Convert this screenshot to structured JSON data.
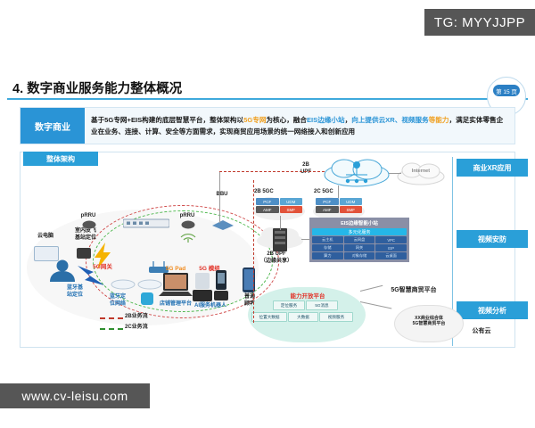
{
  "watermarks": {
    "top": "TG: MYYJJPP",
    "bottom": "www.cv-leisu.com"
  },
  "slide": {
    "title": "4. 数字商业服务能力整体概况",
    "page_badge": "第 15 页"
  },
  "description": {
    "tag": "数字商业",
    "line1_a": "基于5G专网+EIS构建的底层智慧平台，整体架构以",
    "line1_hl1": "5G专网",
    "line1_b": "为核心，融合",
    "line1_bl1": "EIS边缘小站",
    "line1_c": "，",
    "line1_bl2": "向上提供云XR、视频服务",
    "line2_hl": "等能力",
    "line2_b": "，满足实体零售企业在业务、连接、计算、安全等方面需求，实现商贸应用场景的统一网络接入和创新应用"
  },
  "diagram": {
    "arch_tab": "整体架构",
    "rail": [
      {
        "label": "商业XR应用"
      },
      {
        "label": "视频安防"
      },
      {
        "label": "视频分析"
      }
    ],
    "left_zone": {
      "cloud_pc": "云电脑",
      "indoor_pos": "室内皮飞\n基站定位",
      "prru_left": "pRRU",
      "prru_right": "pRRU",
      "bluetooth_base": "蓝牙基\n站定位",
      "gateway_5g": "5G网关",
      "bluetooth_net": "蓝牙定\n位网络",
      "pad_5g": "5G Pad",
      "store_platform": "店铺管理平台",
      "module_5g": "5G 模组",
      "ai_robot": "AI服务机器人",
      "customer": "普通\n顾客"
    },
    "legend": [
      {
        "label": "2B业务流",
        "color": "#c0392b"
      },
      {
        "label": "2C业务流",
        "color": "#2f8f2f"
      }
    ],
    "core_zone": {
      "bbu": "BBU",
      "upf_2b_top": "2B\nUPF",
      "internet": "Internet",
      "gc_2b": "2B 5GC",
      "gc_2c": "2C 5GC",
      "gc_boxes": [
        "PCF",
        "UDM",
        "AMF",
        "SMF"
      ],
      "upf_2b_edge": "2B UPF\n（边缘共享）"
    },
    "eis": {
      "title": "EIS边缘智能小站",
      "bar": "多元化服务",
      "cells": [
        "云主机",
        "云网盘",
        "VPC",
        "存储",
        "网关",
        "EIP",
        "算力",
        "对象存储",
        "云桌面"
      ]
    },
    "capability": {
      "title": "能力开放平台",
      "pills_top": [
        "定位服务",
        "5G消息"
      ],
      "pills_bottom": [
        "位置大数据",
        "大数据",
        "视频服务"
      ]
    },
    "right_zone": {
      "smart_platform": "5G智慧商贸平台",
      "tenant_platform": "XX商业综合体\n5G智慧商贸平台",
      "public_cloud": "公有云"
    }
  },
  "colors": {
    "accent_blue": "#2a9fd8",
    "tag_blue": "#2a94d6",
    "highlight_orange": "#f0a020",
    "flow_2b_red": "#c0392b",
    "flow_2c_green": "#2f8f2f",
    "watermark_gray": "#565656"
  }
}
